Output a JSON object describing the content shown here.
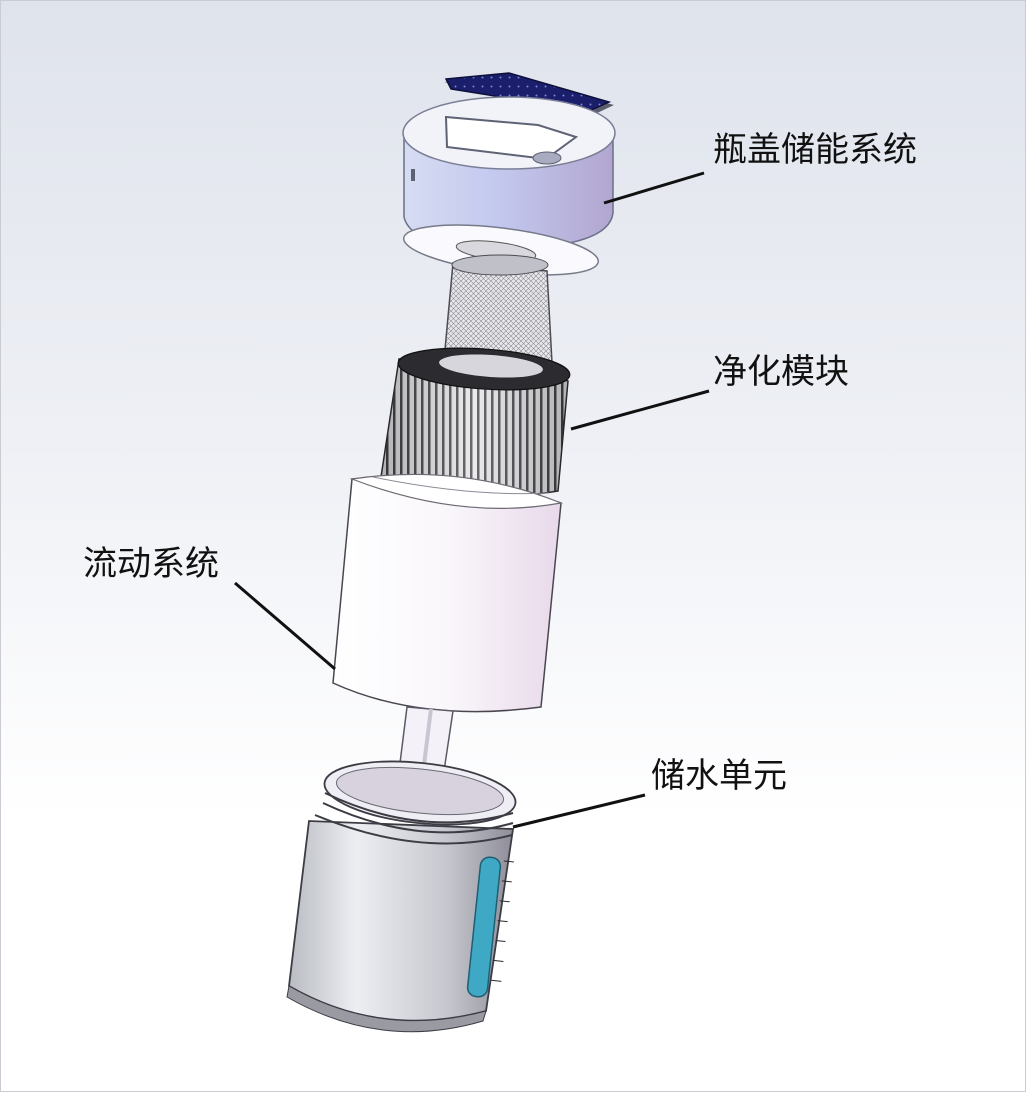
{
  "labels": {
    "cap_energy_system": "瓶盖储能系统",
    "purification_module": "净化模块",
    "flow_system": "流动系统",
    "water_storage_unit": "储水单元"
  }
}
